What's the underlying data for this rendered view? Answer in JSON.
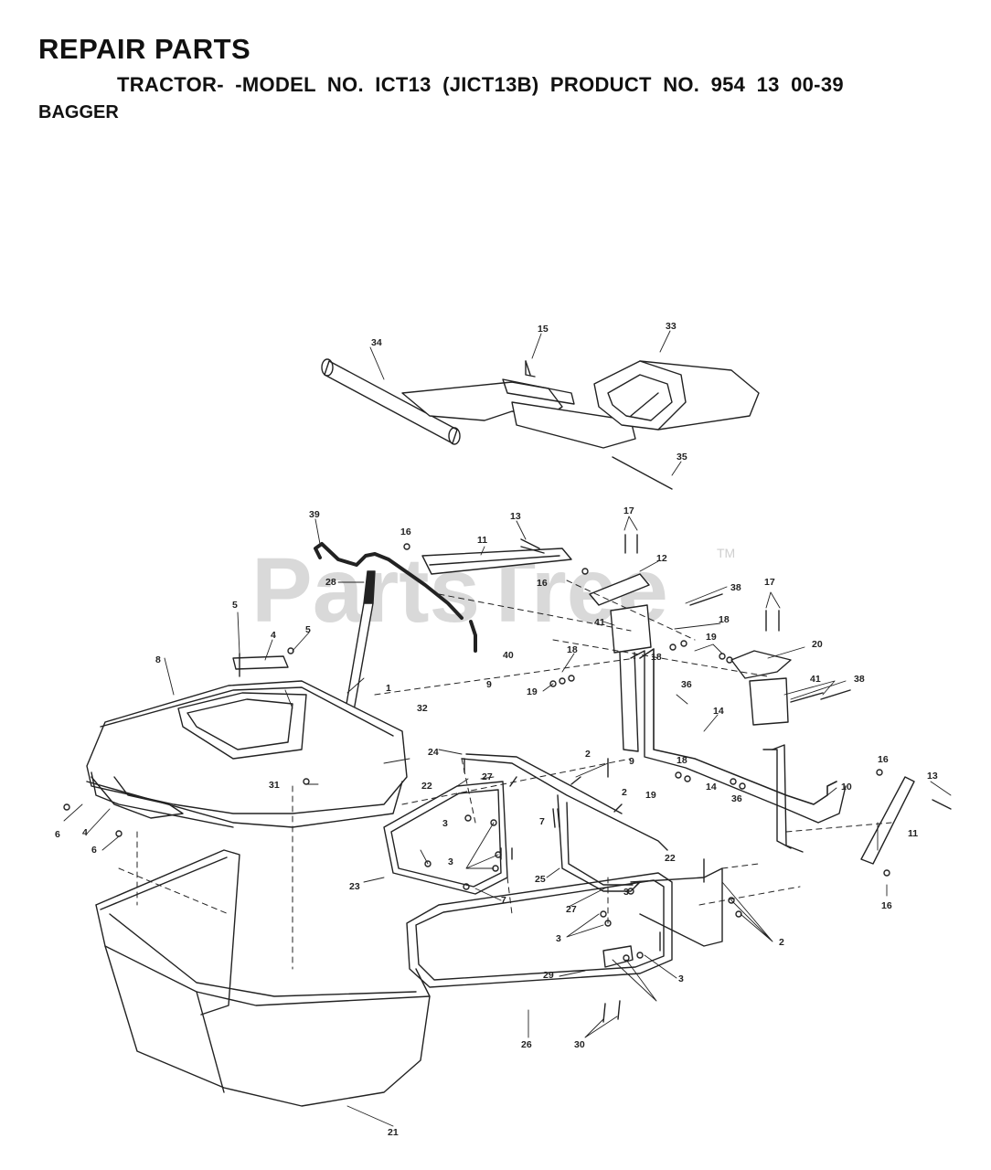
{
  "header": {
    "title": "REPAIR PARTS",
    "subtitle": "TRACTOR- -MODEL NO. ICT13 (JICT13B) PRODUCT NO. 954 13 00-39",
    "section": "BAGGER"
  },
  "watermark": {
    "text": "PartsTree",
    "tm": "TM"
  },
  "callouts": [
    "34",
    "15",
    "33",
    "35",
    "39",
    "16",
    "11",
    "13",
    "17",
    "12",
    "16",
    "38",
    "17",
    "28",
    "41",
    "18",
    "19",
    "18",
    "5",
    "4",
    "5",
    "40",
    "19",
    "18",
    "20",
    "8",
    "1",
    "41",
    "38",
    "9",
    "36",
    "14",
    "32",
    "24",
    "2",
    "9",
    "18",
    "19",
    "14",
    "36",
    "16",
    "31",
    "22",
    "27",
    "10",
    "13",
    "6",
    "4",
    "3",
    "2",
    "7",
    "11",
    "6",
    "3",
    "22",
    "23",
    "25",
    "7",
    "3",
    "27",
    "3",
    "2",
    "29",
    "3",
    "16",
    "26",
    "30",
    "21"
  ]
}
